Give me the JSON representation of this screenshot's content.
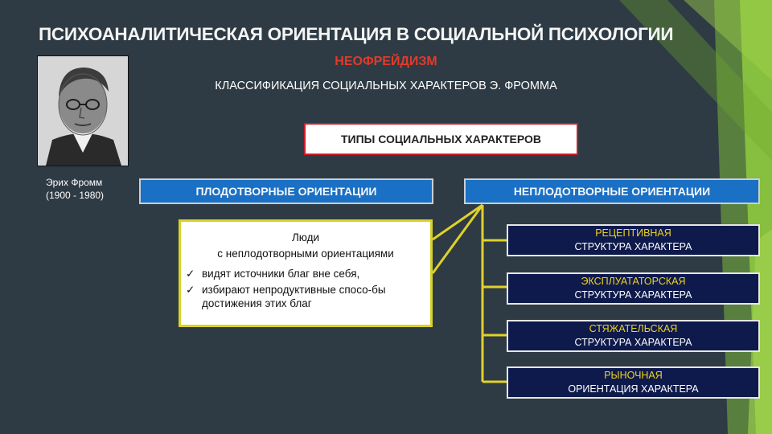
{
  "title": "ПСИХОАНАЛИТИЧЕСКАЯ ОРИЕНТАЦИЯ В СОЦИАЛЬНОЙ ПСИХОЛОГИИ",
  "subtitle": "НЕОФРЕЙДИЗМ",
  "classification": "КЛАССИФИКАЦИЯ СОЦИАЛЬНЫХ ХАРАКТЕРОВ Э. ФРОММА",
  "photo_caption": {
    "name": "Эрих Фромм",
    "years": "(1900 - 1980)"
  },
  "types_header": "ТИПЫ СОЦИАЛЬНЫХ ХАРАКТЕРОВ",
  "orientations": {
    "productive": "ПЛОДОТВОРНЫЕ ОРИЕНТАЦИИ",
    "unproductive": "НЕПЛОДОТВОРНЫЕ ОРИЕНТАЦИИ"
  },
  "people_note": {
    "line1": "Люди",
    "line2": "с неплодотворными ориентациями",
    "bullets": [
      "видят источники благ вне себя,",
      "избирают непродуктивные спосо-бы достижения этих благ"
    ],
    "bullet_mark": "✓"
  },
  "character_types": [
    {
      "name": "РЕЦЕПТИВНАЯ",
      "kind": "СТРУКТУРА ХАРАКТЕРА"
    },
    {
      "name": "ЭКСПЛУАТАТОРСКАЯ",
      "kind": "СТРУКТУРА ХАРАКТЕРА"
    },
    {
      "name": "СТЯЖАТЕЛЬСКАЯ",
      "kind": "СТРУКТУРА ХАРАКТЕРА"
    },
    {
      "name": "РЫНОЧНАЯ",
      "kind": "ОРИЕНТАЦИЯ ХАРАКТЕРА"
    }
  ],
  "colors": {
    "background": "#2e3b44",
    "accent_green": "#8dc63f",
    "title_red": "#e23a2a",
    "orientation_blue": "#1a70c4",
    "type_navy": "#0e1a4c",
    "connector_yellow": "#e0d22a"
  }
}
